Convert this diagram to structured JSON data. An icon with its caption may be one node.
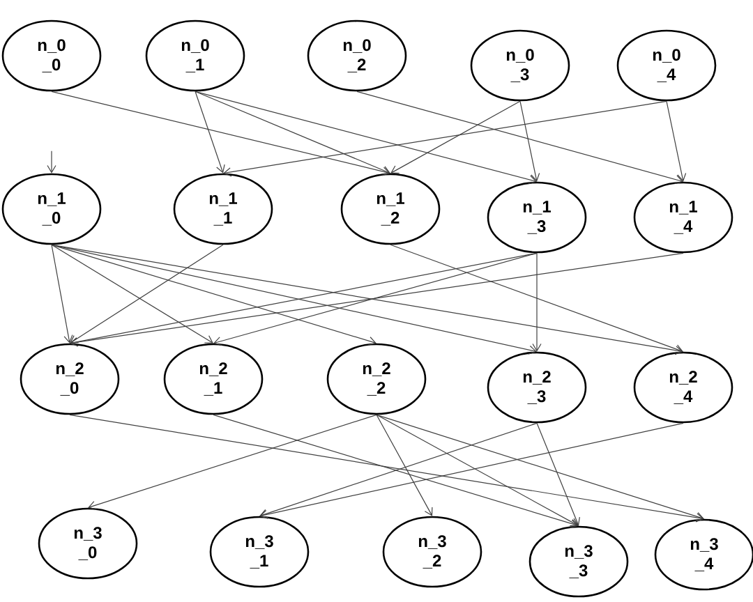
{
  "diagram": {
    "nodes": [
      {
        "text": [
          "n_0 _0"
        ]
      },
      {
        "text": [
          "n_0 _1"
        ]
      },
      {
        "text": [
          "n_0 _2"
        ]
      },
      {
        "text": [
          "n_0 _3"
        ]
      },
      {
        "text": [
          "n_0 _4"
        ]
      },
      {
        "text": [
          "n_1 _0"
        ]
      },
      {
        "text": [
          "n_1 _1"
        ]
      },
      {
        "text": [
          "n_1 _2"
        ]
      },
      {
        "text": [
          "n_1 _3"
        ]
      },
      {
        "text": [
          "n_1 _4"
        ]
      },
      {
        "text": [
          "n_2 _0"
        ]
      },
      {
        "text": [
          "n_2 _1"
        ]
      },
      {
        "text": [
          "n_2 _2"
        ]
      },
      {
        "text": [
          "n_2 _3"
        ]
      },
      {
        "text": [
          "n_2 _4"
        ]
      },
      {
        "text": [
          "n_3 _0"
        ]
      },
      {
        "text": [
          "n_3 _1"
        ]
      },
      {
        "text": [
          "n_3 _2"
        ]
      },
      {
        "text": [
          "n_3 _3"
        ]
      },
      {
        "text": [
          "n_3 _4"
        ]
      }
    ],
    "edges": [
      {
        "from": 0,
        "to": 7,
        "arrow": "to"
      },
      {
        "from": 1,
        "to": 6,
        "arrow": "to"
      },
      {
        "from": 1,
        "to": 7,
        "arrow": "to"
      },
      {
        "from": 1,
        "to": 8,
        "arrow": "to"
      },
      {
        "from": 2,
        "to": 9,
        "arrow": "to"
      },
      {
        "from": 3,
        "to": 7,
        "arrow": "to"
      },
      {
        "from": 3,
        "to": 8,
        "arrow": "to"
      },
      {
        "from": 4,
        "to": 6,
        "arrow": "to"
      },
      {
        "from": 4,
        "to": 9,
        "arrow": "to"
      },
      {
        "from": null,
        "to": 5,
        "arrow": "to"
      },
      {
        "from": 5,
        "to": 10,
        "arrow": "to"
      },
      {
        "from": 5,
        "to": 11,
        "arrow": "to"
      },
      {
        "from": 5,
        "to": 12,
        "arrow": "to"
      },
      {
        "from": 5,
        "to": 13,
        "arrow": "to"
      },
      {
        "from": 5,
        "to": 14,
        "arrow": "to"
      },
      {
        "from": 6,
        "to": 10,
        "arrow": "to"
      },
      {
        "from": 7,
        "to": 14,
        "arrow": "to"
      },
      {
        "from": 8,
        "to": 10,
        "arrow": "to"
      },
      {
        "from": 8,
        "to": 11,
        "arrow": "to"
      },
      {
        "from": 8,
        "to": 13,
        "arrow": "to"
      },
      {
        "from": 9,
        "to": 10,
        "arrow": "to"
      },
      {
        "from": 10,
        "to": 19,
        "arrow": "to"
      },
      {
        "from": 11,
        "to": 18,
        "arrow": "to"
      },
      {
        "from": 12,
        "to": 15,
        "arrow": "to"
      },
      {
        "from": 12,
        "to": 17,
        "arrow": "to"
      },
      {
        "from": 12,
        "to": 18,
        "arrow": "to"
      },
      {
        "from": 12,
        "to": 19,
        "arrow": "to"
      },
      {
        "from": 13,
        "to": 16,
        "arrow": "to"
      },
      {
        "from": 13,
        "to": 18,
        "arrow": "to"
      },
      {
        "from": 14,
        "to": 16,
        "arrow": "to"
      }
    ]
  }
}
